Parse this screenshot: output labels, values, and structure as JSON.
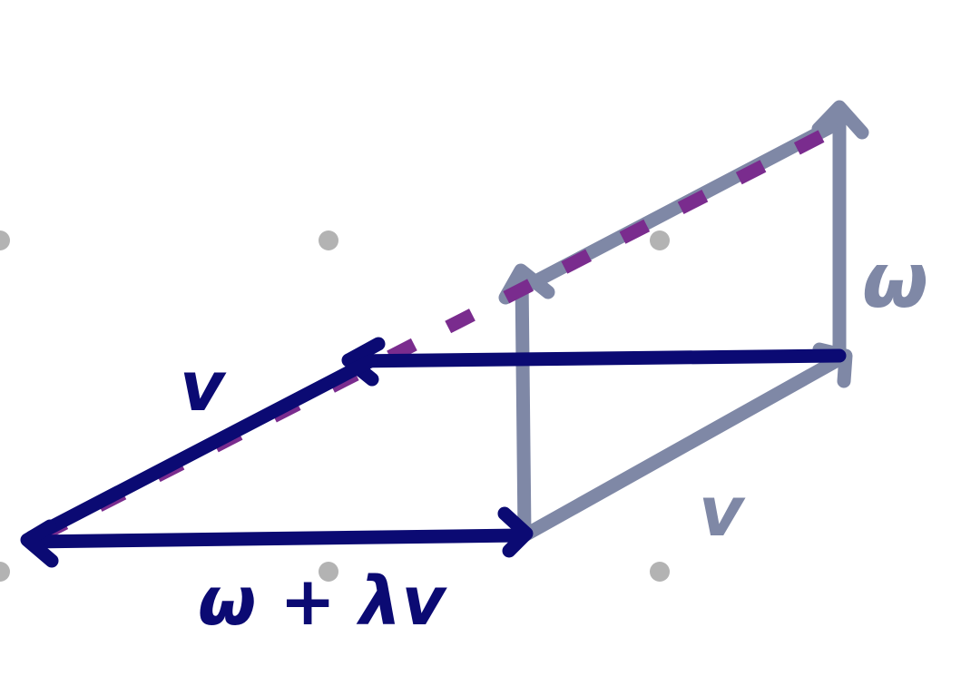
{
  "colors": {
    "background": "#ffffff",
    "navy": "#0b0a73",
    "gray": "#7f88a6",
    "purple_dash": "#7a2c8e",
    "grid_dot": "#b3b3b3"
  },
  "labels": {
    "v_upper": "v",
    "v_lower": "v",
    "w_right": "ω",
    "w_plus_lambda_v": "ω + λv"
  }
}
